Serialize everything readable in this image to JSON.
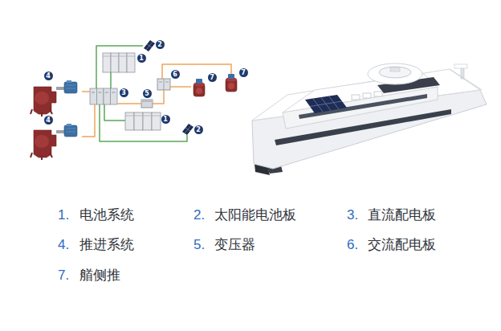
{
  "diagram": {
    "nodes": [
      {
        "text": [
          "2"
        ]
      },
      {
        "text": [
          "1"
        ]
      },
      {
        "text": [
          "6"
        ]
      },
      {
        "text": [
          "7"
        ]
      },
      {
        "text": [
          "7"
        ]
      },
      {
        "text": [
          "4"
        ]
      },
      {
        "text": [
          "3"
        ]
      },
      {
        "text": [
          "5"
        ]
      },
      {
        "text": [
          "1"
        ]
      },
      {
        "text": [
          "4"
        ]
      },
      {
        "text": [
          "2"
        ]
      }
    ],
    "edges": [
      {
        "from": 0,
        "to": 6,
        "arrow": "none"
      },
      {
        "from": 1,
        "to": 6,
        "arrow": "none"
      },
      {
        "from": 6,
        "to": 5,
        "arrow": "none"
      },
      {
        "from": 6,
        "to": 7,
        "arrow": "none"
      },
      {
        "from": 7,
        "to": 2,
        "arrow": "none"
      },
      {
        "from": 2,
        "to": 4,
        "arrow": "none"
      },
      {
        "from": 2,
        "to": 3,
        "arrow": "none"
      },
      {
        "from": 8,
        "to": 6,
        "arrow": "none"
      },
      {
        "from": 6,
        "to": 9,
        "arrow": "none"
      },
      {
        "from": 10,
        "to": 6,
        "arrow": "none"
      }
    ],
    "labels": [
      "1.",
      "电池系统",
      "2.",
      "太阳能电池板",
      "3.",
      "直流配电板",
      "4.",
      "推进系统",
      "5.",
      "变压器",
      "6.",
      "交流配电板",
      "7.",
      "艏侧推"
    ]
  }
}
